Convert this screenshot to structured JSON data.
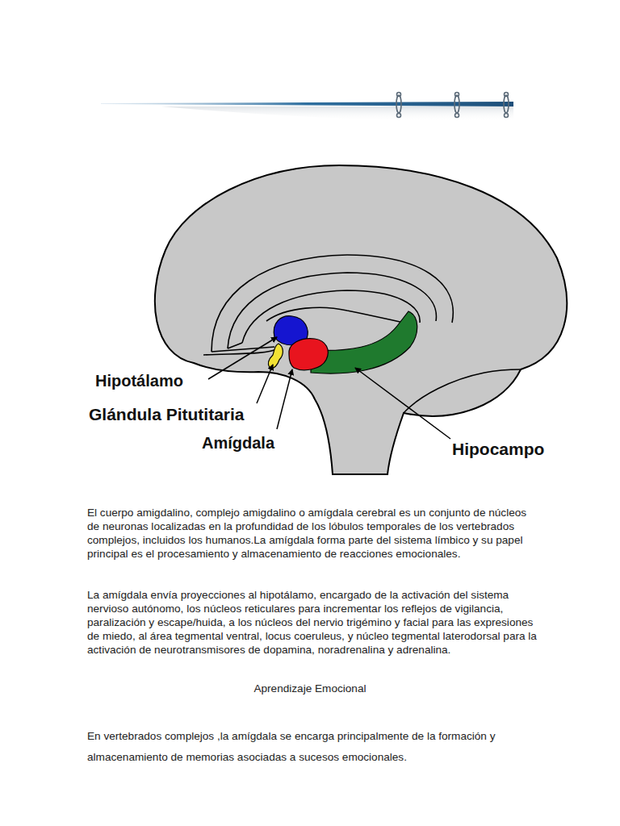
{
  "diagram": {
    "labels": [
      "Hipotálamo",
      "Glándula Pitutitaria",
      "Amígdala",
      "Hipocampo",
      "El cuerpo amigdalino, complejo amigdalino o amígdala cerebral es un conjunto de núcleos de neuronas localizadas en la profundidad de los lóbulos temporales de los vertebrados complejos, incluidos los humanos.La amígdala forma parte del sistema límbico y su papel principal es el procesamiento y almacenamiento de reacciones emocionales.",
      "La amígdala envía proyecciones al hipotálamo, encargado de la activación del sistema nervioso autónomo, los núcleos reticulares para incrementar los reflejos de vigilancia, paralización y escape/huida, a los núcleos del nervio trigémino y facial para las expresiones de miedo, al área tegmental ventral, locus coeruleus, y núcleo tegmental laterodorsal para la activación de neurotransmisores de dopamina, noradrenalina y adrenalina.",
      "Aprendizaje Emocional",
      "En vertebrados complejos ,la amígdala se encarga principalmente de la formación y almacenamiento de memorias asociadas a sucesos emocionales."
    ]
  }
}
